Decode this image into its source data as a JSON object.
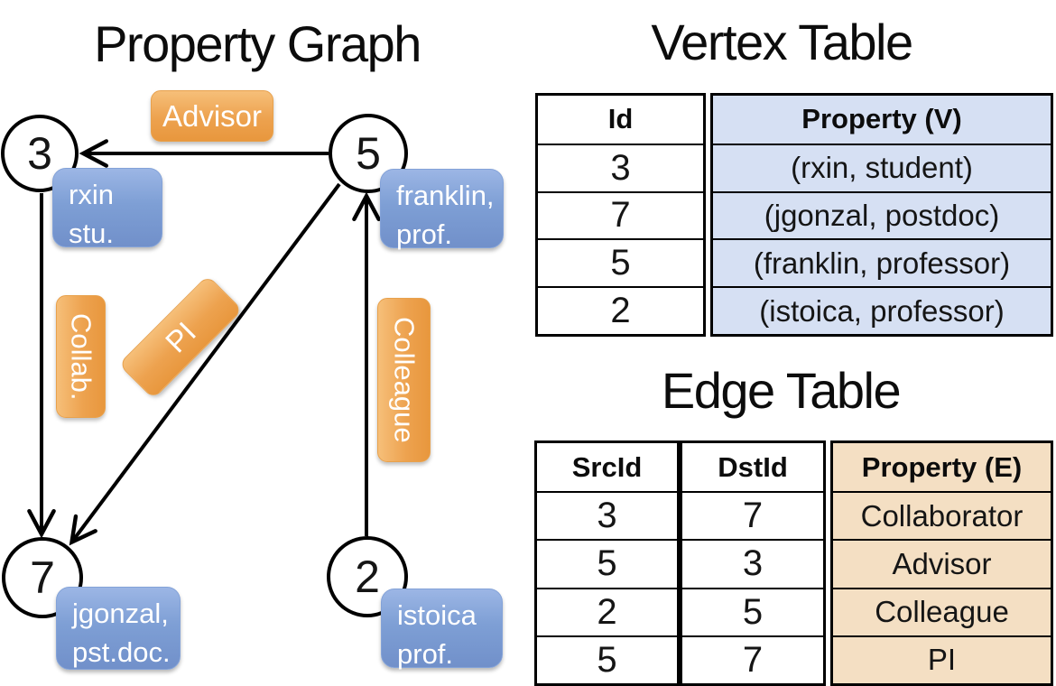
{
  "titles": {
    "graph": "Property Graph",
    "vertex_table": "Vertex Table",
    "edge_table": "Edge Table"
  },
  "graph": {
    "nodes": {
      "n3": {
        "id": "3",
        "prop_line1": "rxin",
        "prop_line2": "stu."
      },
      "n5": {
        "id": "5",
        "prop_line1": "franklin,",
        "prop_line2": "prof."
      },
      "n7": {
        "id": "7",
        "prop_line1": "jgonzal,",
        "prop_line2": "pst.doc."
      },
      "n2": {
        "id": "2",
        "prop_line1": "istoica",
        "prop_line2": "prof."
      }
    },
    "edge_labels": {
      "advisor": "Advisor",
      "collab": "Collab.",
      "pi": "PI",
      "colleague": "Colleague"
    },
    "edges": [
      {
        "from": "5",
        "to": "3",
        "label": "Advisor"
      },
      {
        "from": "3",
        "to": "7",
        "label": "Collab."
      },
      {
        "from": "5",
        "to": "7",
        "label": "PI"
      },
      {
        "from": "2",
        "to": "5",
        "label": "Colleague"
      }
    ]
  },
  "vertex_table": {
    "col_id": "Id",
    "col_property": "Property (V)",
    "rows": [
      {
        "id": "3",
        "property": "(rxin, student)"
      },
      {
        "id": "7",
        "property": "(jgonzal, postdoc)"
      },
      {
        "id": "5",
        "property": "(franklin, professor)"
      },
      {
        "id": "2",
        "property": "(istoica, professor)"
      }
    ]
  },
  "edge_table": {
    "col_src": "SrcId",
    "col_dst": "DstId",
    "col_property": "Property (E)",
    "rows": [
      {
        "src": "3",
        "dst": "7",
        "property": "Collaborator"
      },
      {
        "src": "5",
        "dst": "3",
        "property": "Advisor"
      },
      {
        "src": "2",
        "dst": "5",
        "property": "Colleague"
      },
      {
        "src": "5",
        "dst": "7",
        "property": "PI"
      }
    ]
  },
  "colors": {
    "edge_label_orange_top": "#f6bf79",
    "edge_label_orange_bottom": "#e8973d",
    "vertex_prop_blue_top": "#9cb6e5",
    "vertex_prop_blue_bottom": "#7190ca",
    "vertex_table_fill": "#d6e0f3",
    "edge_table_fill": "#f4dfc3",
    "line_color": "#000000",
    "box_text": "#ffffff"
  }
}
